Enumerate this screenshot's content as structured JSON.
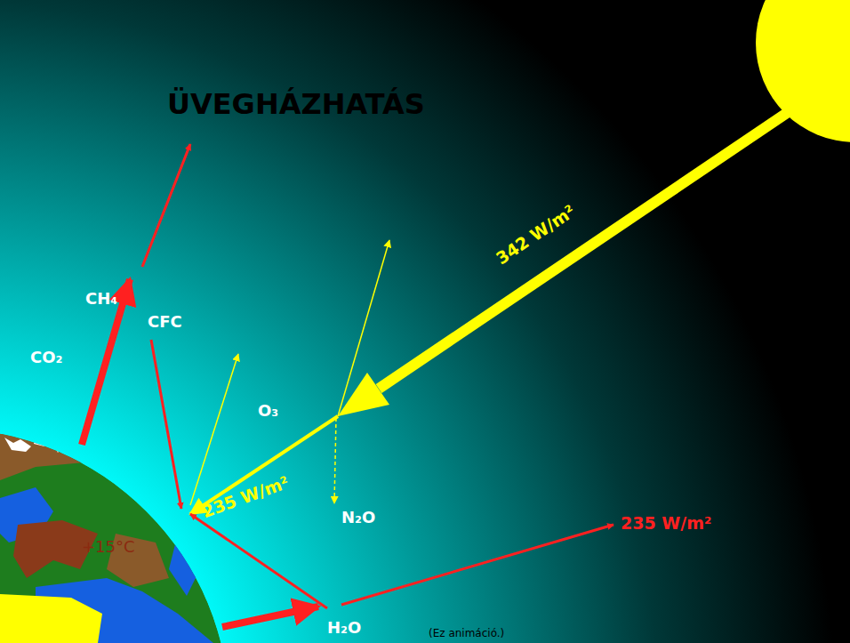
{
  "diagram": {
    "title": "ÜVEGHÁZHATÁS",
    "labels": [
      "342 W/m²",
      "CH₄",
      "CFC",
      "CO₂",
      "O₃",
      "235 W/m²",
      "N₂O",
      "235 W/m²",
      "H₂O",
      "+15°C",
      "(Ez animáció.)"
    ]
  }
}
